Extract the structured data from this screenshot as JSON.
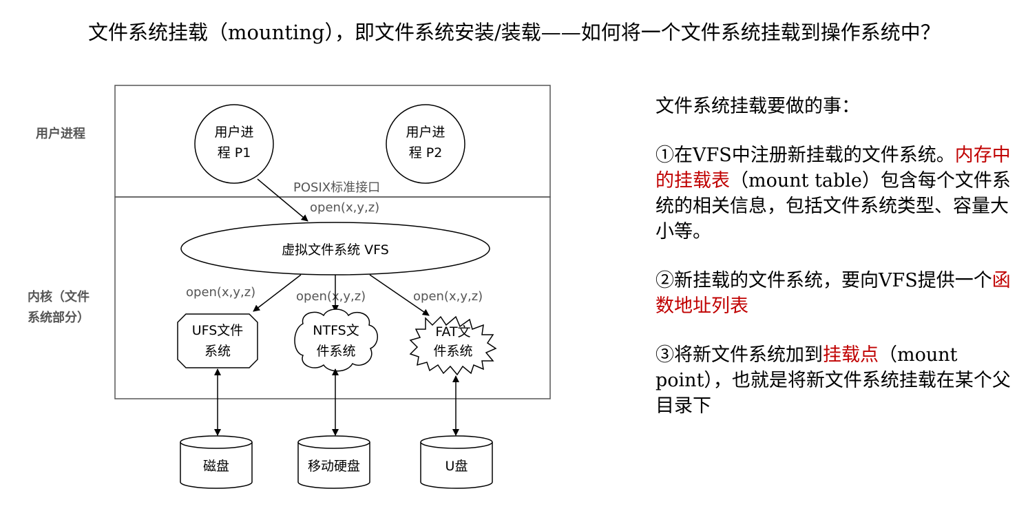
{
  "title": "文件系统挂载（mounting），即文件系统安装/装载——如何将一个文件系统挂载到操作系统中？",
  "diagram": {
    "user_label": "用户进程",
    "kernel_label_1": "内核（文件",
    "kernel_label_2": "系统部分）",
    "p1_line1": "用户进",
    "p1_line2": "程 P1",
    "p2_line1": "用户进",
    "p2_line2": "程 P2",
    "posix": "POSIX标准接口",
    "open_top": "open(x,y,z)",
    "vfs": "虚拟文件系统 VFS",
    "open_left": "open(x,y,z)",
    "open_mid": "open(x,y,z)",
    "open_right": "open(x,y,z)",
    "ufs_line1": "UFS文件",
    "ufs_line2": "系统",
    "ntfs_line1": "NTFS文",
    "ntfs_line2": "件系统",
    "fat_line1": "FAT文",
    "fat_line2": "件系统",
    "disk": "磁盘",
    "removable": "移动硬盘",
    "usb": "U盘"
  },
  "right": {
    "heading": "文件系统挂载要做的事：",
    "item1_a": "①在VFS中注册新挂载的文件系统。",
    "item1_hl": "内存中的挂载表",
    "item1_b": "（mount table）包含每个文件系统的相关信息，包括文件系统类型、容量大小等。",
    "item2_a": "②新挂载的文件系统，要向VFS提供一个",
    "item2_hl": "函数地址列表",
    "item3_a": "③将新文件系统加到",
    "item3_hl": "挂载点",
    "item3_b": "（mount point），也就是将新文件系统挂载在某个父目录下"
  }
}
